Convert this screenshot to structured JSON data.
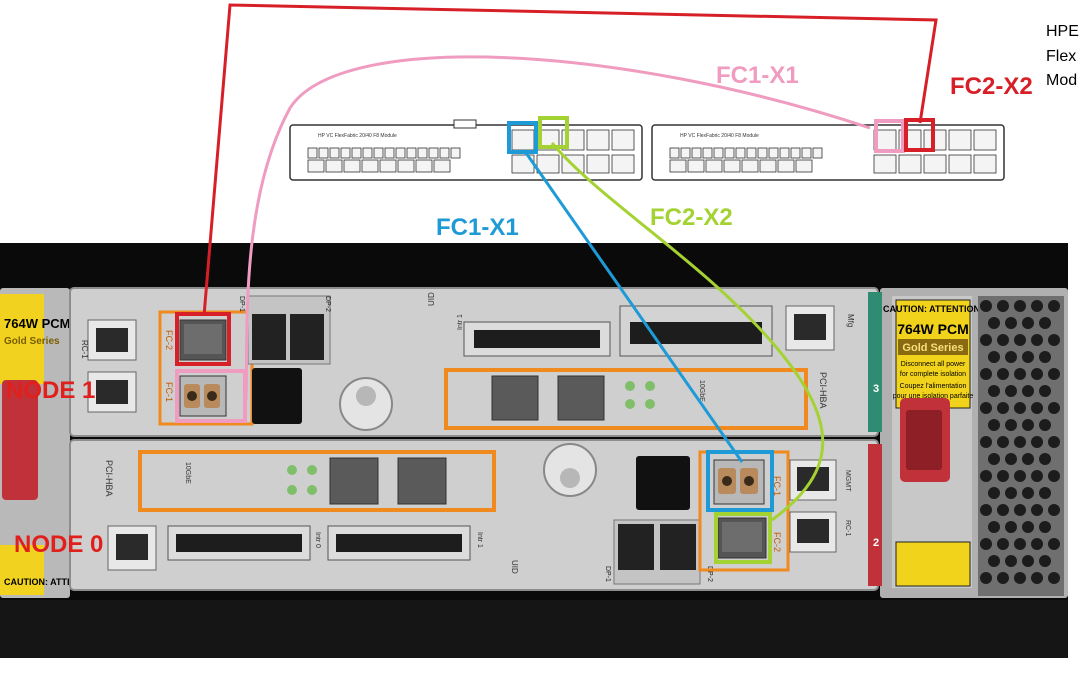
{
  "corner_text": [
    "HPE",
    "Flex",
    "Mod"
  ],
  "interconnect": {
    "module_title": "HP VC FlexFabric 20/40 F8 Module"
  },
  "cables": [
    {
      "label": "FC1-X1",
      "color": "#ef9cc0"
    },
    {
      "label": "FC2-X2",
      "color": "#d61f26"
    },
    {
      "label": "FC1-X1",
      "color": "#1e9ad6"
    },
    {
      "label": "FC2-X2",
      "color": "#a4d233"
    }
  ],
  "node1": {
    "label": "NODE 1",
    "port_fc1": "FC-1",
    "port_fc2": "FC-2",
    "rc": "RC-1",
    "dp1": "DP-1",
    "dp2": "DP-2",
    "intr": "Intr 1",
    "uid": "UID",
    "hba": "PCI-HBA",
    "speed": "10GbE",
    "mfg": "Mfg",
    "slot": "3"
  },
  "node0": {
    "label": "NODE 0",
    "port_fc1": "FC-1",
    "port_fc2": "FC-2",
    "rc": "RC-1",
    "mgmt": "MGMT",
    "dp1": "DP-1",
    "dp2": "DP-2",
    "intr0": "Intr 0",
    "intr1": "Intr 1",
    "uid": "UID",
    "hba": "PCI-HBA",
    "speed": "10GbE",
    "slot": "2"
  },
  "pcm_right": {
    "caution": "CAUTION: ATTENTION:",
    "watt": "764W PCM",
    "series": "Gold Series",
    "warn1": "Disconnect all power",
    "warn2": "for complete isolation",
    "warn3": "Coupez l'alimentation",
    "warn4": "pour une isolation parfaite"
  },
  "pcm_left": {
    "watt": "764W PCM",
    "series": "Gold Series",
    "caution": "CAUTION: ATTENTION:"
  }
}
